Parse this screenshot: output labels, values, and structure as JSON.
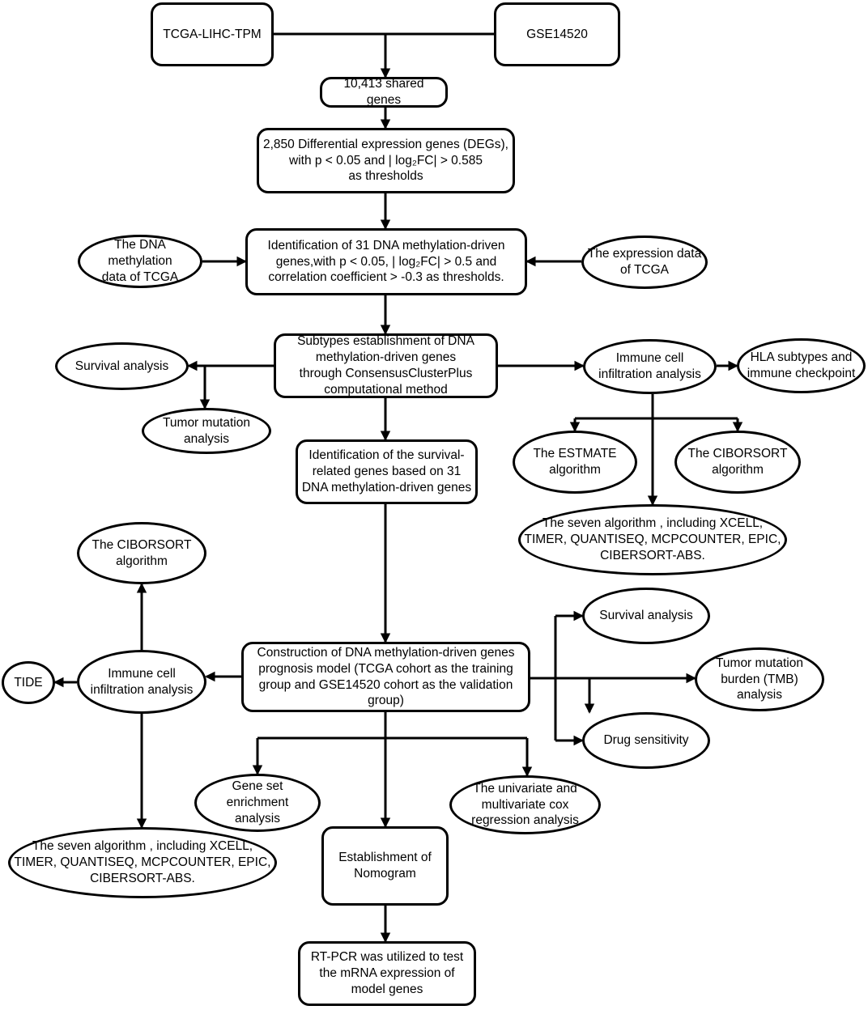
{
  "diagram": {
    "nodes": [
      {
        "id": "tcga_tpm",
        "shape": "rect",
        "text": "TCGA-LIHC-TPM"
      },
      {
        "id": "gse",
        "shape": "rect",
        "text": "GSE14520"
      },
      {
        "id": "shared",
        "shape": "rect",
        "text": "10,413 shared genes"
      },
      {
        "id": "degs",
        "shape": "rect",
        "text": "2,850 Differential expression genes (DEGs),\nwith p < 0.05 and | log₂FC| > 0.585\nas thresholds"
      },
      {
        "id": "dna_meth",
        "shape": "ellipse",
        "text": "The DNA methylation\ndata of TCGA"
      },
      {
        "id": "ident31",
        "shape": "rect",
        "text": "Identification of 31 DNA methylation-driven\ngenes,with p < 0.05, | log₂FC| > 0.5 and\ncorrelation coefficient > -0.3 as thresholds."
      },
      {
        "id": "expr",
        "shape": "ellipse",
        "text": "The expression data\nof TCGA"
      },
      {
        "id": "subtypes",
        "shape": "rect",
        "text": "Subtypes establishment of DNA\nmethylation-driven genes\nthrough  ConsensusClusterPlus\ncomputational method"
      },
      {
        "id": "surv1",
        "shape": "ellipse",
        "text": "Survival analysis"
      },
      {
        "id": "tumor_mut",
        "shape": "ellipse",
        "text": "Tumor mutation\nanalysis"
      },
      {
        "id": "immune1",
        "shape": "ellipse",
        "text": "Immune cell\ninfiltration analysis"
      },
      {
        "id": "hla",
        "shape": "ellipse",
        "text": "HLA subtypes and\nimmune checkpoint"
      },
      {
        "id": "estimate",
        "shape": "ellipse",
        "text": "The ESTMATE\nalgorithm"
      },
      {
        "id": "cibersort1",
        "shape": "ellipse",
        "text": "The CIBORSORT\nalgorithm"
      },
      {
        "id": "seven1",
        "shape": "ellipse",
        "text": "The seven algorithm , including XCELL,\nTIMER, QUANTISEQ, MCPCOUNTER, EPIC,\nCIBERSORT-ABS."
      },
      {
        "id": "survgenes",
        "shape": "rect",
        "text": "Identification of  the survival-\nrelated genes based on 31\nDNA methylation-driven genes"
      },
      {
        "id": "cibersort2",
        "shape": "ellipse",
        "text": "The CIBORSORT\nalgorithm"
      },
      {
        "id": "model",
        "shape": "rect",
        "text": "Construction of DNA methylation-driven genes\nprognosis model (TCGA cohort as the training\ngroup  and GSE14520 cohort as the validation\ngroup)"
      },
      {
        "id": "immune2",
        "shape": "ellipse",
        "text": "Immune cell\ninfiltration analysis"
      },
      {
        "id": "tide",
        "shape": "ellipse",
        "text": "TIDE"
      },
      {
        "id": "surv2",
        "shape": "ellipse",
        "text": "Survival analysis"
      },
      {
        "id": "tmb",
        "shape": "ellipse",
        "text": "Tumor mutation\nburden (TMB)\nanalysis"
      },
      {
        "id": "drug",
        "shape": "ellipse",
        "text": "Drug sensitivity"
      },
      {
        "id": "gsea",
        "shape": "ellipse",
        "text": "Gene set enrichment\nanalysis"
      },
      {
        "id": "cox",
        "shape": "ellipse",
        "text": "The univariate and\nmultivariate cox\nregression analysis"
      },
      {
        "id": "nomogram",
        "shape": "rect",
        "text": "Establishment of\nNomogram"
      },
      {
        "id": "seven2",
        "shape": "ellipse",
        "text": "The seven algorithm , including XCELL,\nTIMER, QUANTISEQ, MCPCOUNTER, EPIC,\nCIBERSORT-ABS."
      },
      {
        "id": "rtpcr",
        "shape": "rect",
        "text": "RT-PCR was utilized to test\nthe mRNA expression of\nmodel genes"
      }
    ]
  }
}
